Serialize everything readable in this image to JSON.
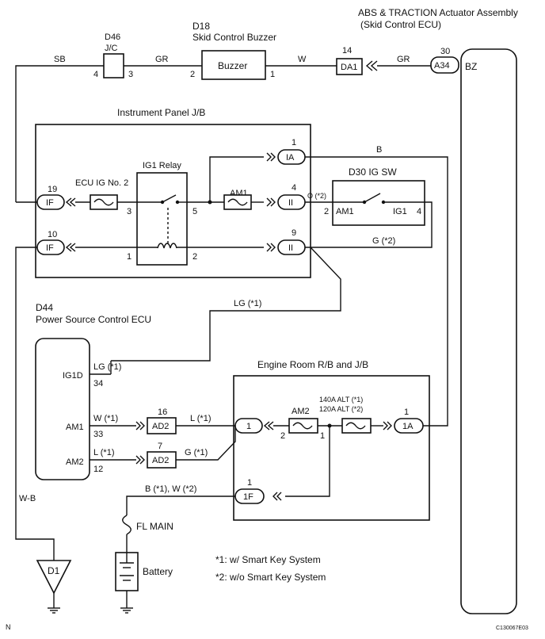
{
  "abs_assembly": {
    "title_line1": "ABS & TRACTION Actuator Assembly",
    "title_line2": "(Skid Control ECU)",
    "pin_num": "30",
    "connector": "A34",
    "pin_label": "BZ"
  },
  "buzzer": {
    "title_line1": "D18",
    "title_line2": "Skid Control Buzzer",
    "label": "Buzzer",
    "pin_left": "2",
    "pin_right": "1"
  },
  "jc": {
    "id": "D46",
    "label": "J/C",
    "pin_left": "4",
    "pin_right": "3"
  },
  "da1": {
    "pin_num": "14",
    "label": "DA1"
  },
  "wire_colors": {
    "sb": "SB",
    "gr_buzzer": "GR",
    "w_buzzer": "W",
    "gr_abs": "GR",
    "b_ia": "B",
    "o_ig": "O (*2)",
    "g_ig": "G (*2)",
    "lg_top": "LG (*1)",
    "lg_ecu": "LG (*1)",
    "w_am1": "W (*1)",
    "l_am2": "L (*1)",
    "l_ad2": "L (*1)",
    "g_ad2": "G (*1)",
    "b_w_1f": "B (*1), W (*2)",
    "wb": "W-B"
  },
  "ipjb": {
    "title": "Instrument Panel J/B",
    "ecu_ig_label": "ECU IG No. 2",
    "ig1_relay_label": "IG1 Relay",
    "am1_label": "AM1",
    "if_top_pin": "19",
    "if_top": "IF",
    "if_bot_pin": "10",
    "if_bot": "IF",
    "ia_pin": "1",
    "ia": "IA",
    "ii_top_pin": "4",
    "ii_top": "II",
    "ii_bot_pin": "9",
    "ii_bot": "II",
    "relay_pin3": "3",
    "relay_pin5": "5",
    "relay_pin1": "1",
    "relay_pin2": "2"
  },
  "ig_sw": {
    "title": "D30 IG SW",
    "am1": "AM1",
    "ig1": "IG1",
    "pin_left": "2",
    "pin_right": "4"
  },
  "ecu": {
    "title_line1": "D44",
    "title_line2": "Power Source Control ECU",
    "ig1d": "IG1D",
    "ig1d_pin": "34",
    "am1": "AM1",
    "am1_pin": "33",
    "am2": "AM2",
    "am2_pin": "12"
  },
  "ad2": {
    "top_pin": "16",
    "top": "AD2",
    "bot_pin": "7",
    "bot": "AD2"
  },
  "erjb": {
    "title": "Engine Room R/B and J/B",
    "conn1": "1",
    "am2_label": "AM2",
    "am2_pin_left": "2",
    "am2_pin_right": "1",
    "alt_line1": "140A ALT (*1)",
    "alt_line2": "120A ALT (*2)",
    "a1_pin": "1",
    "a1": "1A",
    "f1_pin": "1",
    "f1": "1F"
  },
  "fl_main": "FL MAIN",
  "battery": "Battery",
  "d1": "D1",
  "notes": {
    "note1": "*1: w/ Smart Key System",
    "note2": "*2: w/o Smart Key System"
  },
  "corner_n": "N",
  "code": "C130067E03"
}
